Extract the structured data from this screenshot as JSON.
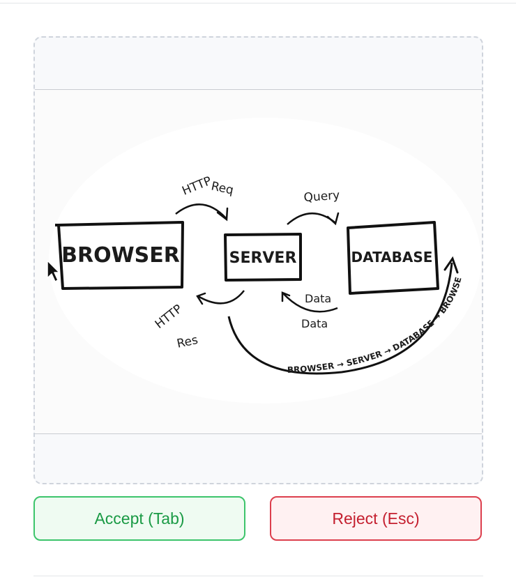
{
  "diagram": {
    "nodes": {
      "browser": "BROWSER",
      "server": "SERVER",
      "database": "DATABASE"
    },
    "labels": {
      "http_req_1": "HTTP",
      "http_req_2": "Req",
      "query": "Query",
      "http_res_1": "HTTP",
      "http_res_2": "Res",
      "data_1": "Data",
      "data_2": "Data",
      "flow": "BROWSER → SERVER → DATABASE → BROWSER"
    }
  },
  "actions": {
    "accept_label": "Accept (Tab)",
    "reject_label": "Reject (Esc)"
  },
  "colors": {
    "accept": "#1a9a45",
    "reject": "#c41f2f"
  }
}
